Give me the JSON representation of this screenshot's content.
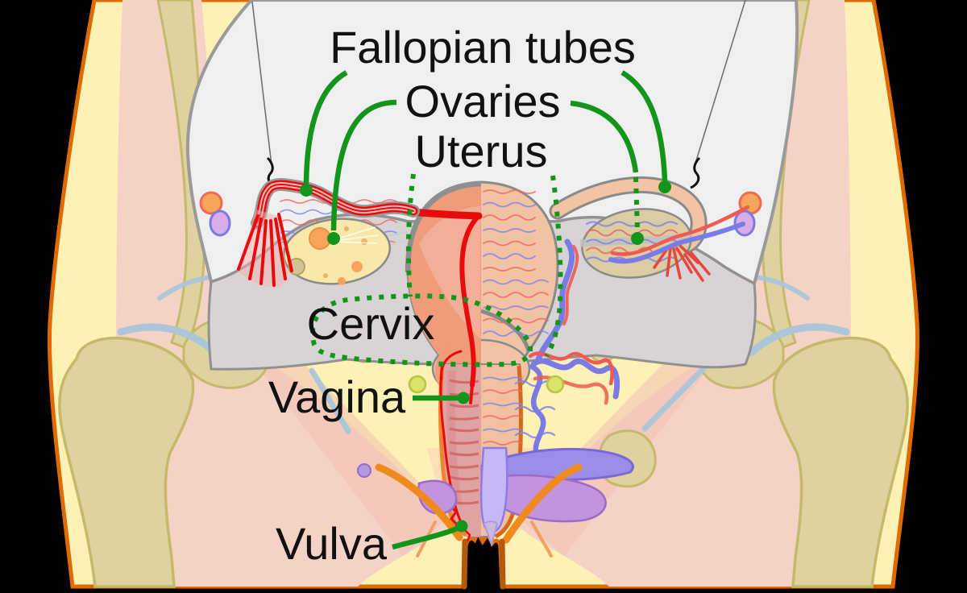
{
  "figure": {
    "title": "Female reproductive system anatomy diagram",
    "background": "#000000",
    "field_background": "#f0eff0",
    "label_color": "#111111",
    "leader_color": "#12951a",
    "labels": [
      {
        "id": "fallopian-tubes",
        "text": "Fallopian tubes"
      },
      {
        "id": "ovaries",
        "text": "Ovaries"
      },
      {
        "id": "uterus",
        "text": "Uterus"
      },
      {
        "id": "cervix",
        "text": "Cervix"
      },
      {
        "id": "vagina",
        "text": "Vagina"
      },
      {
        "id": "vulva",
        "text": "Vulva"
      }
    ],
    "palette": {
      "skin": "#fdf1b5",
      "skin_outline": "#df6b00",
      "muscle": "#f5d2c6",
      "bone": "#ddd2a0",
      "bone_outline": "#c6b96a",
      "cartilage": "#a9c6d9",
      "pelvic_cavity": "#f0eff0",
      "broad_ligament_gray": "#d8d4d6",
      "organ_peach": "#f1c3a3",
      "organ_cut_salmon": "#ef9c7b",
      "endometrium_red": "#e80b0b",
      "artery_red": "#ef5a52",
      "vein_blue": "#7b7be6",
      "purple_structures": "#c393dd",
      "ovary_yellow": "#f8e9ab"
    }
  }
}
